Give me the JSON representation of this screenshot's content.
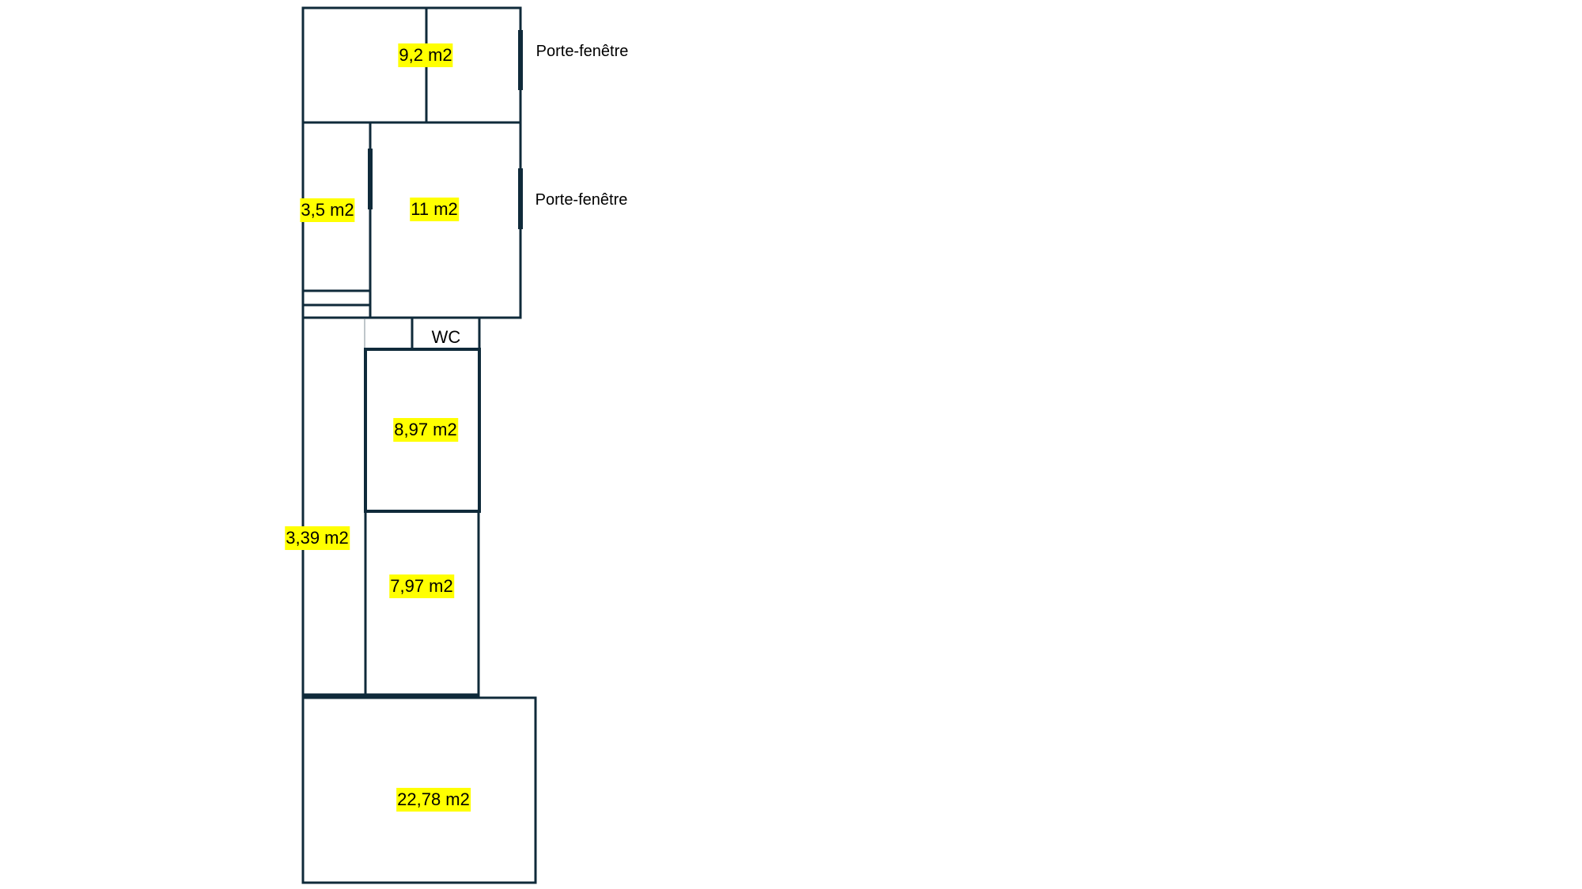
{
  "plan": {
    "rooms": [
      {
        "id": "room-top",
        "area": "9,2 m2"
      },
      {
        "id": "room-left-small",
        "area": "3,5 m2"
      },
      {
        "id": "room-middle",
        "area": "11 m2"
      },
      {
        "id": "room-wc",
        "label": "WC"
      },
      {
        "id": "room-897",
        "area": "8,97 m2"
      },
      {
        "id": "room-corridor",
        "area": "3,39 m2"
      },
      {
        "id": "room-797",
        "area": "7,97 m2"
      },
      {
        "id": "room-large",
        "area": "22,78 m2"
      }
    ],
    "annotations": [
      "Porte-fenêtre",
      "Porte-fenêtre"
    ],
    "highlight_color": "#ffff00",
    "wall_color": "#0f2a3a"
  }
}
